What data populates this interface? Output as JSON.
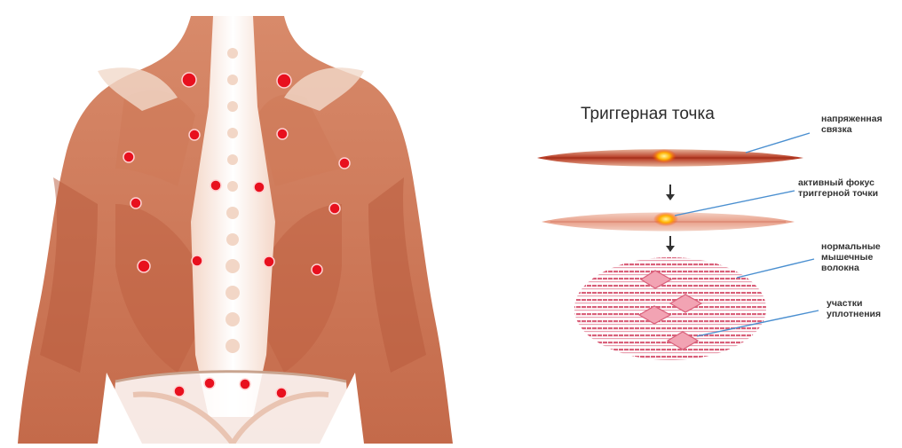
{
  "diagram": {
    "title": "Триггерная точка",
    "labels": [
      {
        "line1": "напряженная",
        "line2": "связка"
      },
      {
        "line1": "активный фокус",
        "line2": "триггерной точки"
      },
      {
        "line1": "нормальные",
        "line2": "мышечные",
        "line3": "волокна"
      },
      {
        "line1": "участки",
        "line2": "уплотнения"
      }
    ]
  },
  "colors": {
    "trigger_point": "#e8101e",
    "muscle_dark": "#b8432a",
    "muscle_light": "#e9a98c",
    "fiber_pink": "#d9607a",
    "nodule": "#f2a3b3",
    "leader_line": "#4a8fd0"
  },
  "icons": [
    "arrow-down-icon"
  ]
}
